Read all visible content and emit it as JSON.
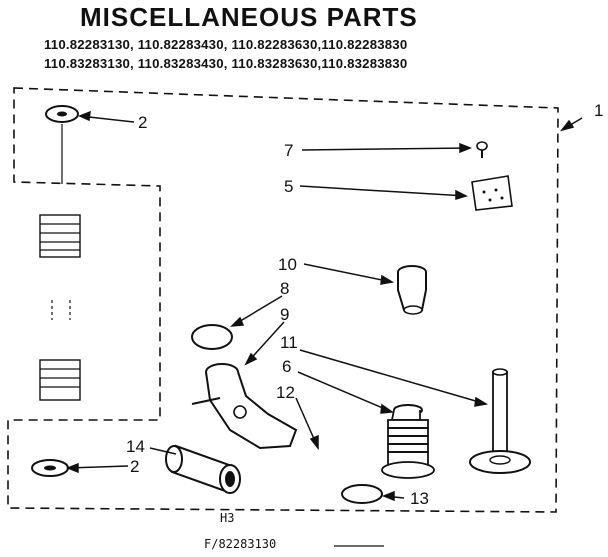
{
  "title": "MISCELLANEOUS PARTS",
  "model_lines": [
    "110.82283130, 110.82283430, 110.82283630,110.82283830",
    "110.83283130, 110.83283430, 110.83283630,110.83283830"
  ],
  "callouts": {
    "c1": "1",
    "c2a": "2",
    "c2b": "2",
    "c5": "5",
    "c6": "6",
    "c7": "7",
    "c8": "8",
    "c9": "9",
    "c10": "10",
    "c11": "11",
    "c12": "12",
    "c13": "13",
    "c14": "14"
  },
  "footer": {
    "code": "H3",
    "part_ref": "F/82283130"
  }
}
